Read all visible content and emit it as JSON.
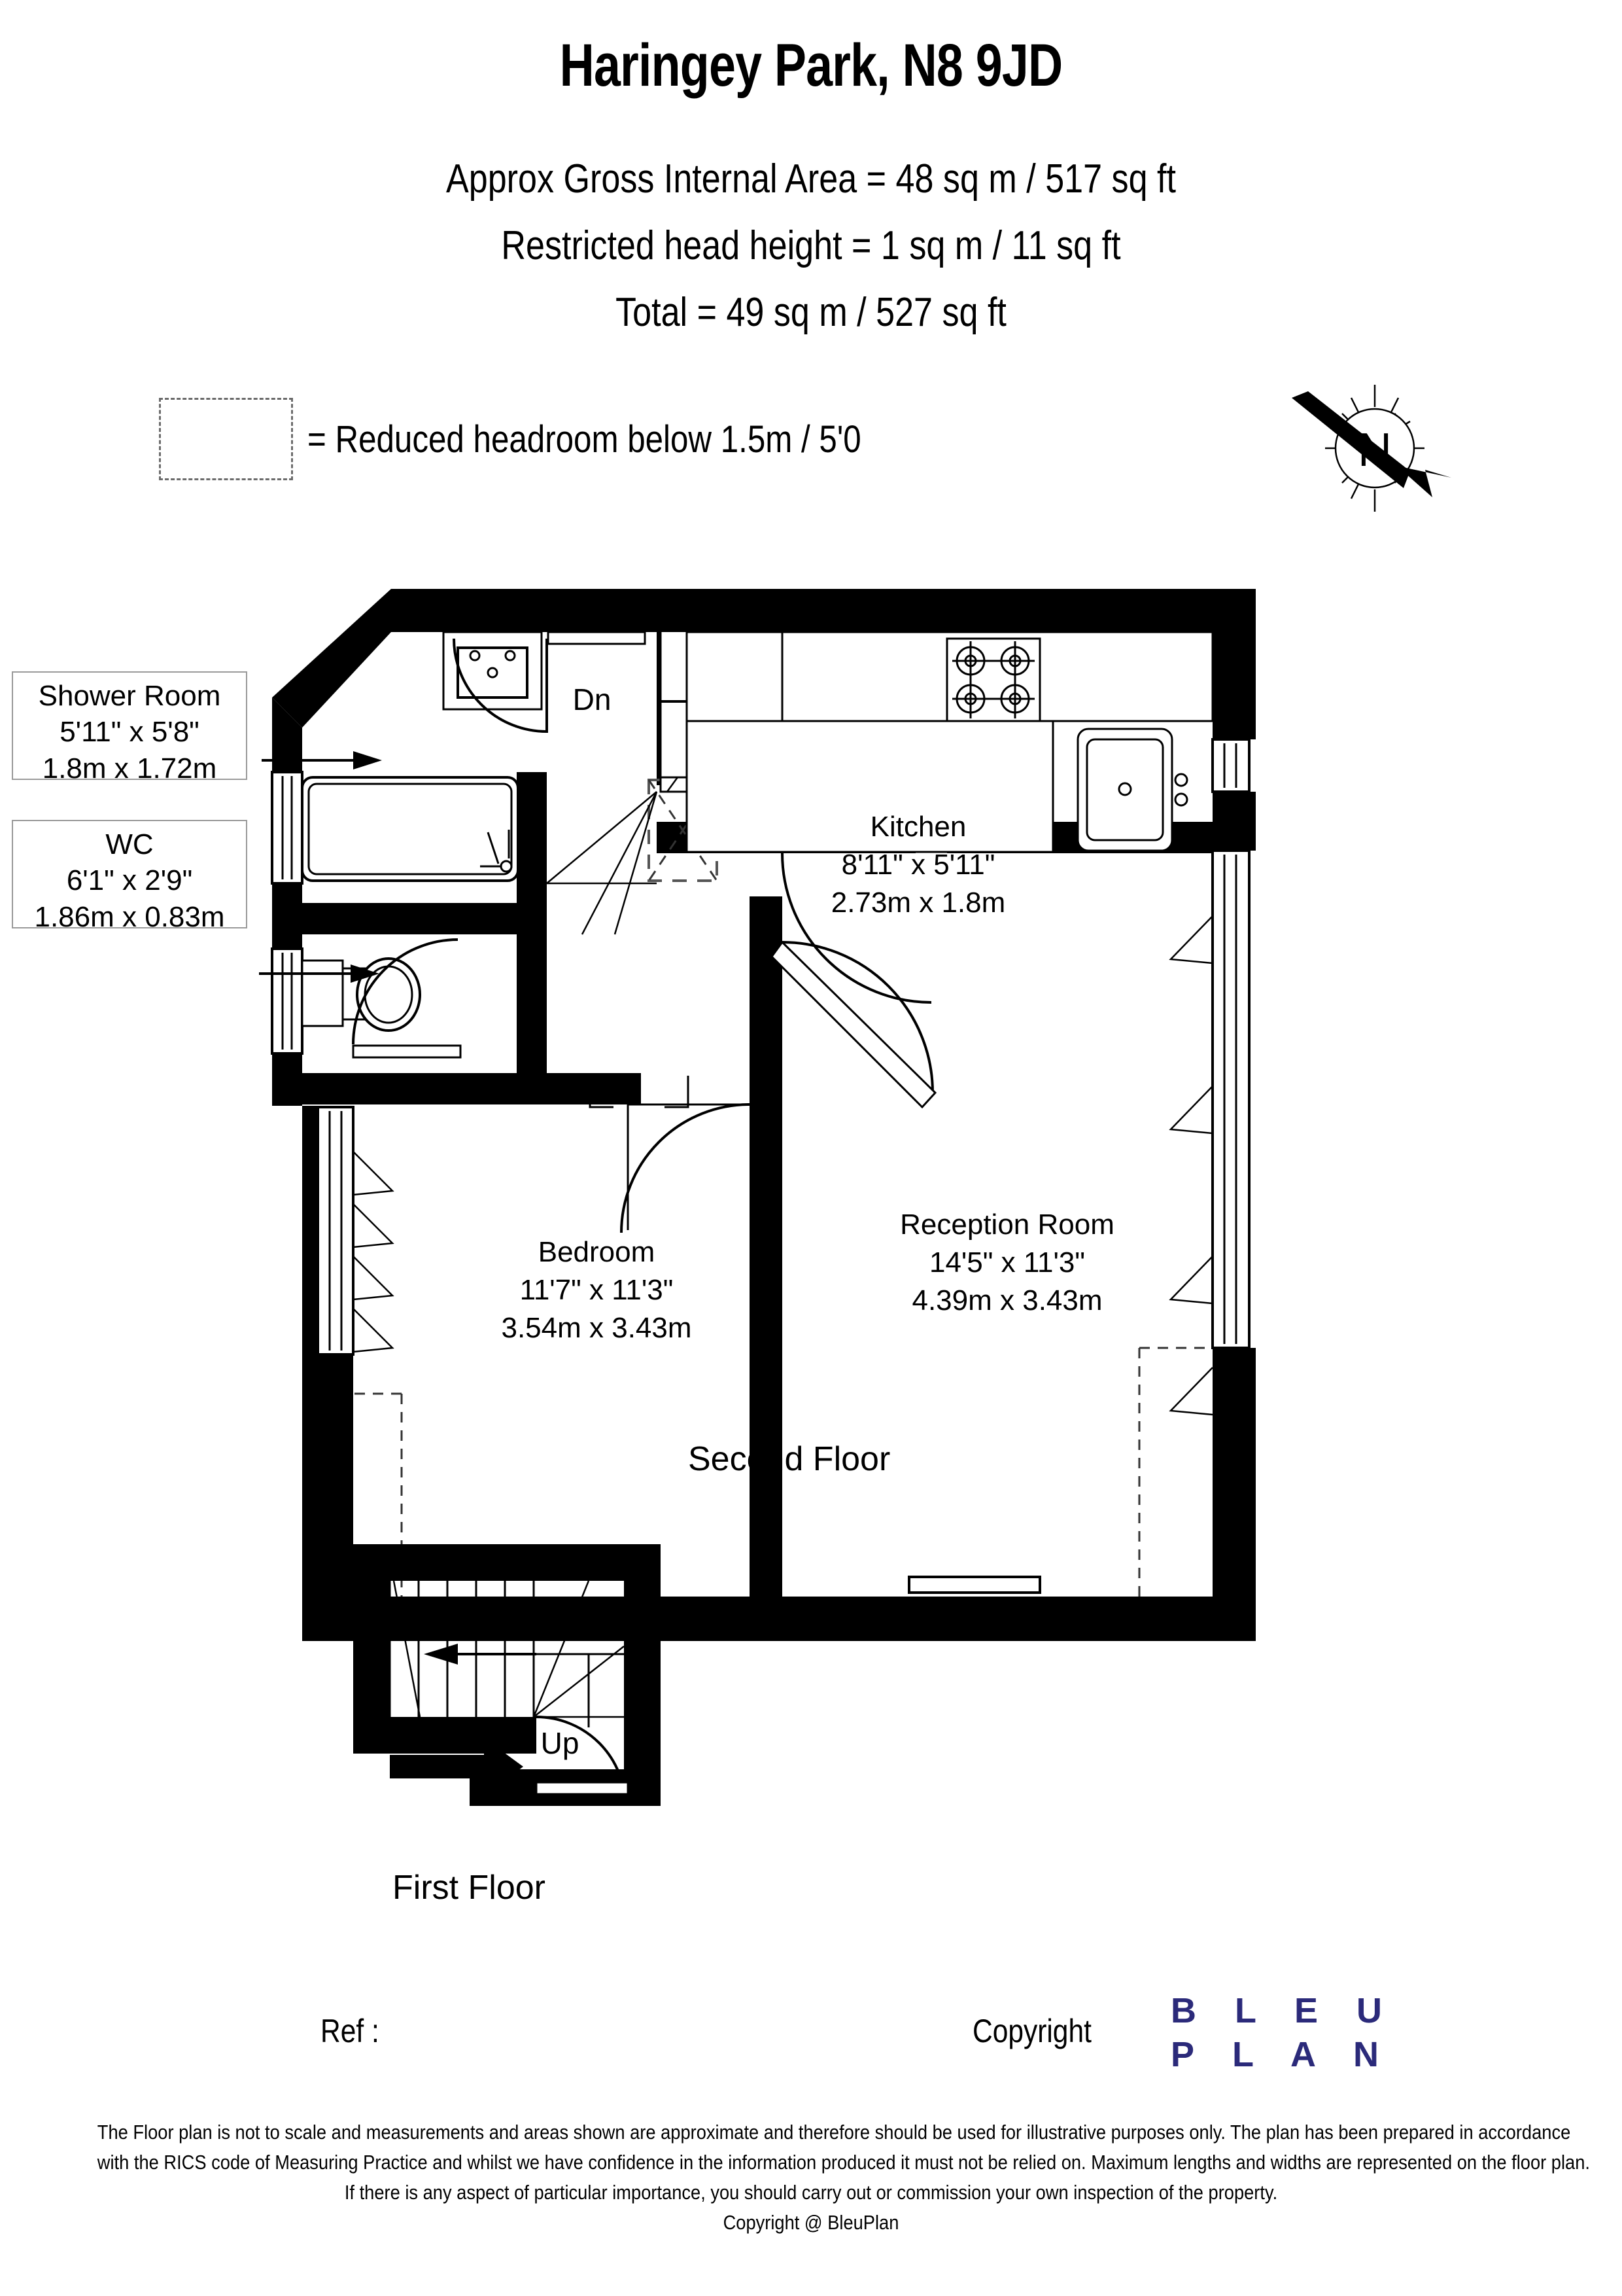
{
  "header": {
    "title": "Haringey Park, N8 9JD",
    "summary_lines": [
      "Approx Gross Internal Area = 48 sq m / 517 sq ft",
      "Restricted head height = 1 sq m / 11 sq ft",
      "Total = 49 sq m / 527 sq ft"
    ]
  },
  "legend": {
    "swatch_name": "reduced-headroom-swatch",
    "text": "= Reduced headroom below 1.5m / 5'0"
  },
  "compass": {
    "label": "N"
  },
  "rooms": {
    "shower_room": {
      "name": "Shower Room",
      "imperial": "5'11\" x 5'8\"",
      "metric": "1.8m x 1.72m"
    },
    "wc": {
      "name": "WC",
      "imperial": "6'1\" x 2'9\"",
      "metric": "1.86m x 0.83m"
    },
    "kitchen": {
      "name": "Kitchen",
      "imperial": "8'11\" x 5'11\"",
      "metric": "2.73m x 1.8m"
    },
    "reception_room": {
      "name": "Reception Room",
      "imperial": "14'5\" x 11'3\"",
      "metric": "4.39m x 3.43m"
    },
    "bedroom": {
      "name": "Bedroom",
      "imperial": "11'7\" x 11'3\"",
      "metric": "3.54m x 3.43m"
    }
  },
  "stairs": {
    "down_label": "Dn",
    "up_label": "Up"
  },
  "floors": {
    "second": "Second Floor",
    "first": "First Floor"
  },
  "footer": {
    "ref_label": "Ref  :",
    "ref_value": "",
    "copyright_label": "Copyright",
    "logo_line1": "B L E U",
    "logo_line2": "P L A N",
    "logo_color": "#2b2a7a",
    "disclaimer_lines": [
      "The Floor plan is not to scale and measurements and areas shown are approximate and therefore should be used for illustrative purposes only. The plan has been prepared in accordance",
      "with the RICS code of Measuring Practice and whilst we have confidence in the information produced it must not be relied on. Maximum lengths and widths are represented on the floor plan.",
      "If there is any aspect of particular importance, you should carry out or commission your own inspection of the property.",
      "Copyright @ BleuPlan"
    ]
  }
}
